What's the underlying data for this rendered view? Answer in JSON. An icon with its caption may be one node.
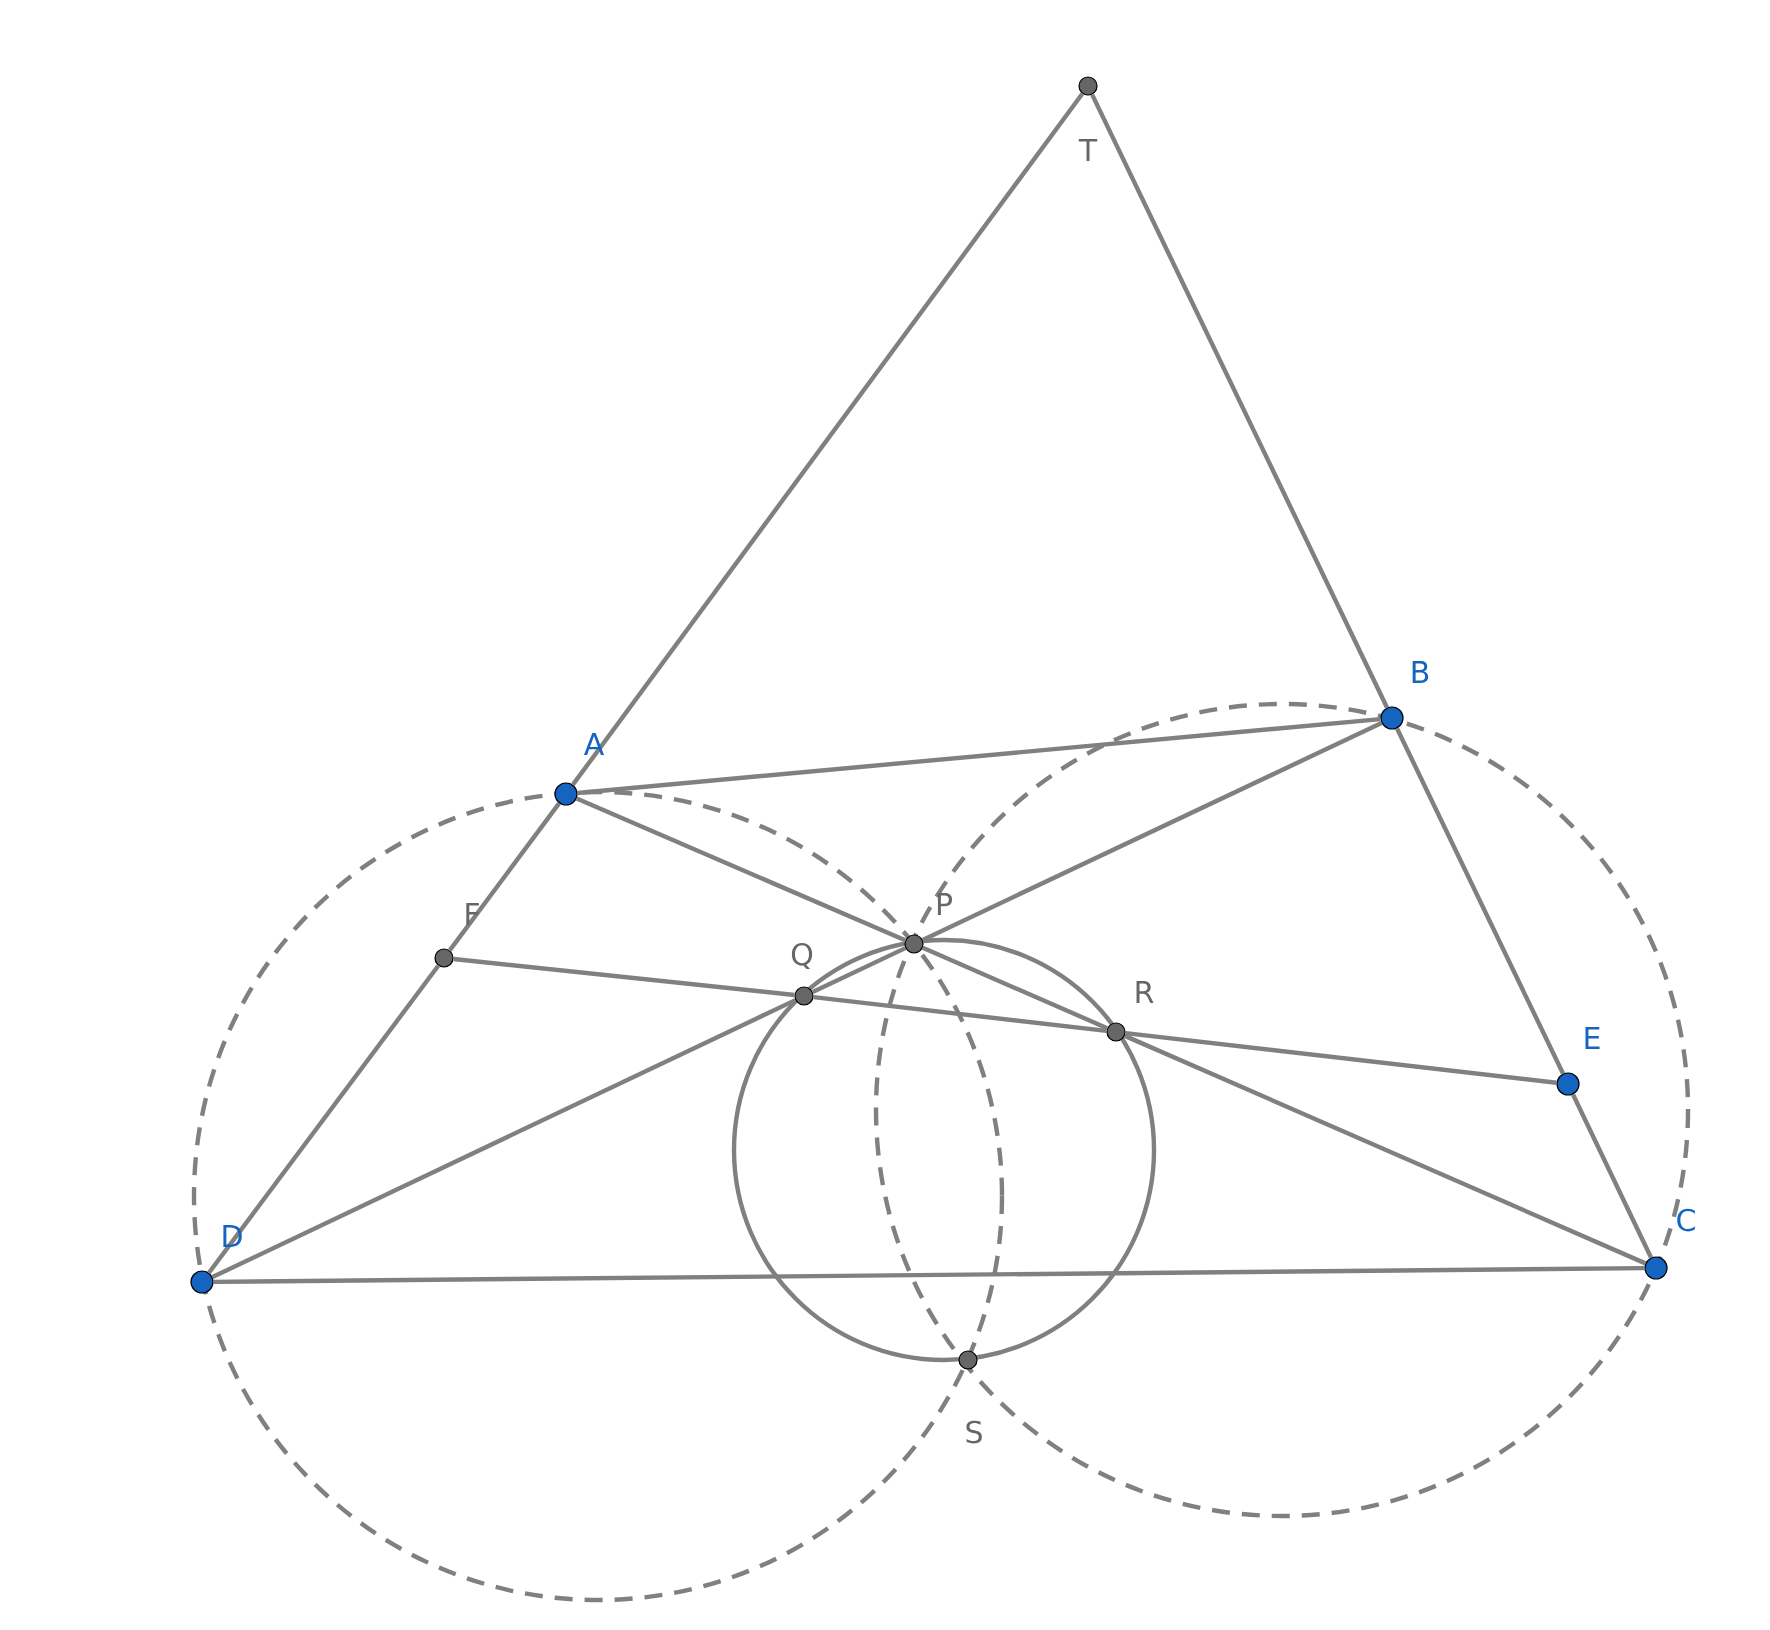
{
  "diagram": {
    "nodes": [
      {
        "text": [],
        "shape": "circle",
        "beside": [
          "T"
        ]
      },
      {
        "text": [],
        "shape": "circle",
        "beside": [
          "A"
        ]
      },
      {
        "text": [],
        "shape": "circle",
        "beside": [
          "B"
        ]
      },
      {
        "text": [],
        "shape": "circle",
        "beside": [
          "F"
        ]
      },
      {
        "text": [],
        "shape": "circle",
        "beside": [
          "P"
        ]
      },
      {
        "text": [],
        "shape": "circle",
        "beside": [
          "Q"
        ]
      },
      {
        "text": [],
        "shape": "circle",
        "beside": [
          "R"
        ]
      },
      {
        "text": [],
        "shape": "circle",
        "beside": [
          "E"
        ]
      },
      {
        "text": [],
        "shape": "circle",
        "beside": [
          "D"
        ]
      },
      {
        "text": [],
        "shape": "circle",
        "beside": [
          "C"
        ]
      },
      {
        "text": [],
        "shape": "circle",
        "beside": [
          "S"
        ]
      }
    ],
    "edges": [
      {
        "from": 0,
        "to": 1,
        "arrow": "none"
      },
      {
        "from": 1,
        "to": 3,
        "arrow": "none"
      },
      {
        "from": 3,
        "to": 8,
        "arrow": "none"
      },
      {
        "from": 0,
        "to": 2,
        "arrow": "none"
      },
      {
        "from": 2,
        "to": 7,
        "arrow": "none"
      },
      {
        "from": 7,
        "to": 9,
        "arrow": "none"
      },
      {
        "from": 1,
        "to": 2,
        "arrow": "none"
      },
      {
        "from": 8,
        "to": 9,
        "arrow": "none"
      },
      {
        "from": 1,
        "to": 4,
        "arrow": "none"
      },
      {
        "from": 4,
        "to": 6,
        "arrow": "none"
      },
      {
        "from": 6,
        "to": 9,
        "arrow": "none"
      },
      {
        "from": 8,
        "to": 5,
        "arrow": "none"
      },
      {
        "from": 5,
        "to": 4,
        "arrow": "none"
      },
      {
        "from": 4,
        "to": 2,
        "arrow": "none"
      },
      {
        "from": 3,
        "to": 5,
        "arrow": "none"
      },
      {
        "from": 5,
        "to": 6,
        "arrow": "none"
      },
      {
        "from": 6,
        "to": 7,
        "arrow": "none"
      }
    ]
  }
}
